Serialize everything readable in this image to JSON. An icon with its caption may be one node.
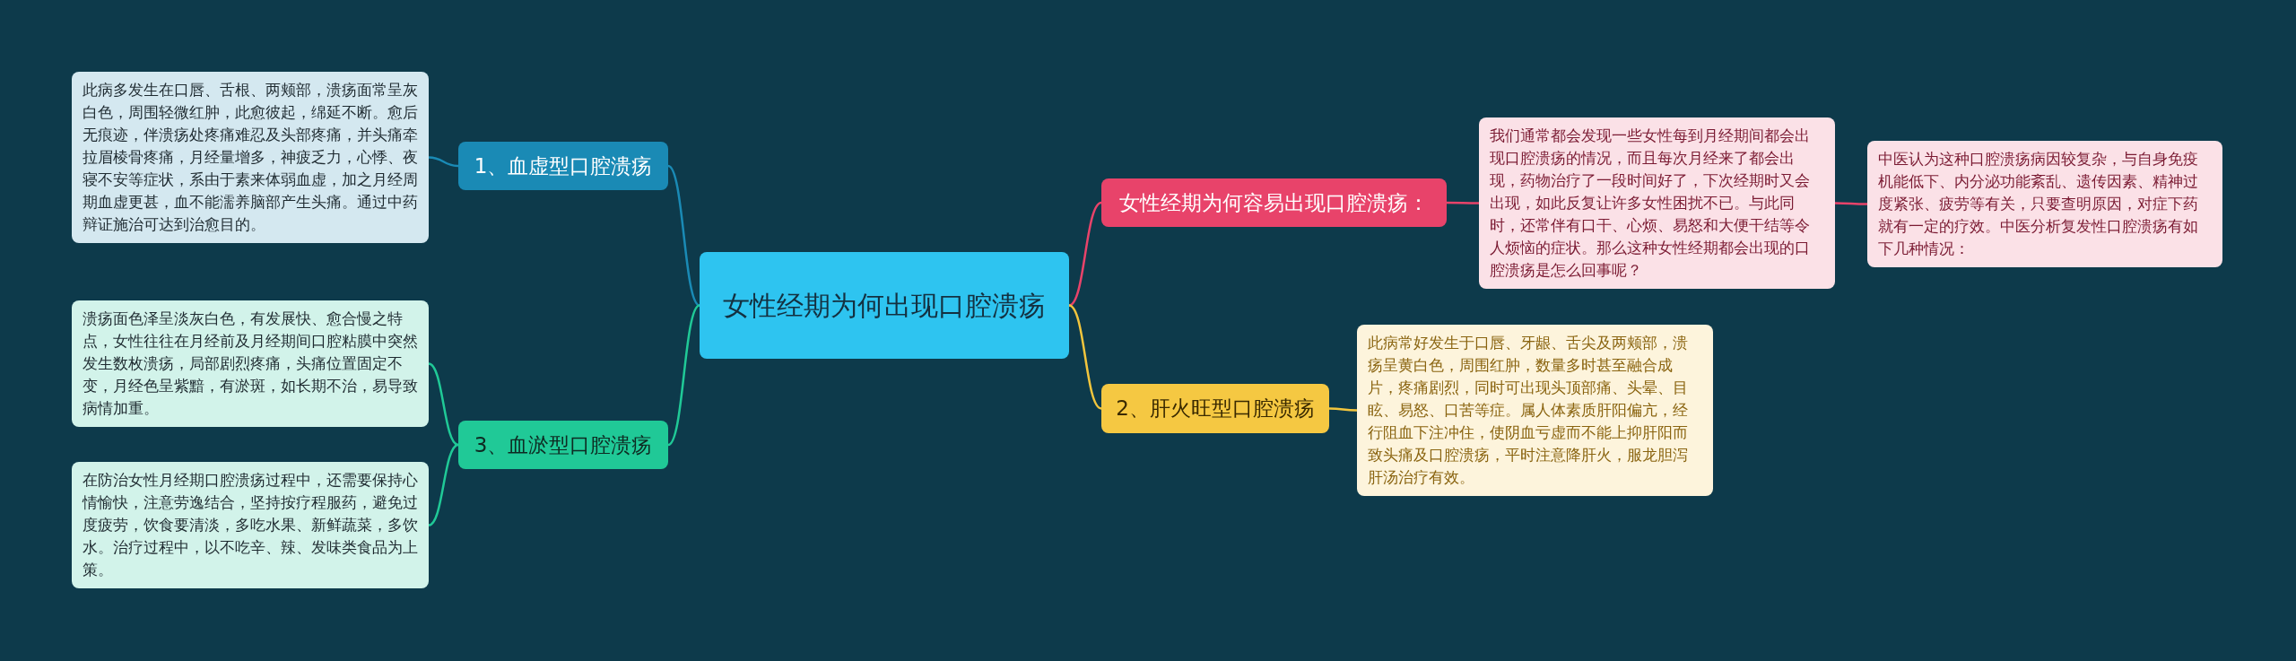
{
  "diagram": {
    "nodes": [
      {
        "text": [
          "女性经期为何出现口腔溃疡"
        ]
      },
      {
        "text": [
          "女性经期为何容易出现口腔溃疡："
        ]
      },
      {
        "text": [
          "我们通常都会发现一些女性每到月经期间都会出现口腔溃疡的情况，而且每次月经来了都会出现，药物治疗了一段时间好了，下次经期时又会出现，如此反复让许多女性困扰不已。与此同时，还常伴有口干、心烦、易怒和大便干结等令人烦恼的症状。那么这种女性经期都会出现的口腔溃疡是怎么回事呢？"
        ]
      },
      {
        "text": [
          "中医认为这种口腔溃疡病因较复杂，与自身免疫机能低下、内分泌功能紊乱、遗传因素、精神过度紧张、疲劳等有关，只要查明原因，对症下药就有一定的疗效。中医分析复发性口腔溃疡有如下几种情况："
        ]
      },
      {
        "text": [
          "2、肝火旺型口腔溃疡"
        ]
      },
      {
        "text": [
          "此病常好发生于口唇、牙龈、舌尖及两颊部，溃疡呈黄白色，周围红肿，数量多时甚至融合成片，疼痛剧烈，同时可出现头顶部痛、头晕、目眩、易怒、口苦等症。属人体素质肝阳偏亢，经行阻血下注冲住，使阴血亏虚而不能上抑肝阳而致头痛及口腔溃疡，平时注意降肝火，服龙胆泻肝汤治疗有效。"
        ]
      },
      {
        "text": [
          "1、血虚型口腔溃疡"
        ]
      },
      {
        "text": [
          "此病多发生在口唇、舌根、两颊部，溃疡面常呈灰白色，周围轻微红肿，此愈彼起，绵延不断。愈后无痕迹，伴溃疡处疼痛难忍及头部疼痛，并头痛牵拉眉棱骨疼痛，月经量增多，神疲乏力，心悸、夜寝不安等症状，系由于素来体弱血虚，加之月经周期血虚更甚，血不能濡养脑部产生头痛。通过中药辩证施治可达到治愈目的。"
        ]
      },
      {
        "text": [
          "3、血淤型口腔溃疡"
        ]
      },
      {
        "text": [
          "溃疡面色泽呈淡灰白色，有发展快、愈合慢之特点，女性往往在月经前及月经期间口腔粘膜中突然发生数枚溃疡，局部剧烈疼痛，头痛位置固定不变，月经色呈紫黯，有淤斑，如长期不治，易导致病情加重。"
        ]
      },
      {
        "text": [
          "在防治女性月经期口腔溃疡过程中，还需要保持心情愉快，注意劳逸结合，坚持按疗程服药，避免过度疲劳，饮食要清淡，多吃水果、新鲜蔬菜，多饮水。治疗过程中，以不吃辛、辣、发味类食品为上策。"
        ]
      }
    ],
    "edges": [
      {
        "from": 0,
        "to": 1,
        "arrow": "none",
        "color": "#e8436a"
      },
      {
        "from": 1,
        "to": 2,
        "arrow": "none",
        "color": "#e8436a"
      },
      {
        "from": 2,
        "to": 3,
        "arrow": "none",
        "color": "#e8436a"
      },
      {
        "from": 0,
        "to": 4,
        "arrow": "none",
        "color": "#f2c53d"
      },
      {
        "from": 4,
        "to": 5,
        "arrow": "none",
        "color": "#f2c53d"
      },
      {
        "from": 0,
        "to": 6,
        "arrow": "none",
        "color": "#1a8ab5"
      },
      {
        "from": 6,
        "to": 7,
        "arrow": "none",
        "color": "#1a8ab5"
      },
      {
        "from": 0,
        "to": 8,
        "arrow": "none",
        "color": "#20c997"
      },
      {
        "from": 8,
        "to": 9,
        "arrow": "none",
        "color": "#20c997"
      },
      {
        "from": 8,
        "to": 10,
        "arrow": "none",
        "color": "#20c997"
      }
    ]
  }
}
